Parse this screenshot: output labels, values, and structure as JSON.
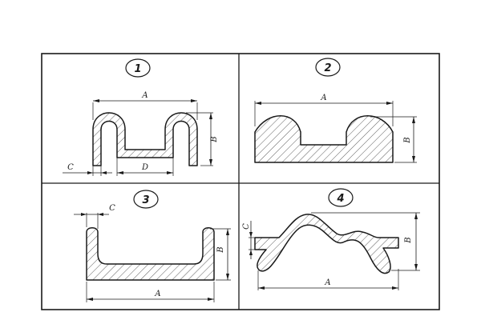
{
  "panels": [
    {
      "number": "1",
      "labels": {
        "a": "A",
        "b": "B",
        "c": "C",
        "d": "D"
      }
    },
    {
      "number": "2",
      "labels": {
        "a": "A",
        "b": "B"
      }
    },
    {
      "number": "3",
      "labels": {
        "a": "A",
        "b": "B",
        "c": "C"
      }
    },
    {
      "number": "4",
      "labels": {
        "a": "A",
        "b": "B",
        "c": "C"
      }
    }
  ],
  "colors": {
    "line": "#1a1a1a",
    "background": "#ffffff"
  },
  "icons": {
    "hatching": "diagonal-hatch-pattern"
  }
}
